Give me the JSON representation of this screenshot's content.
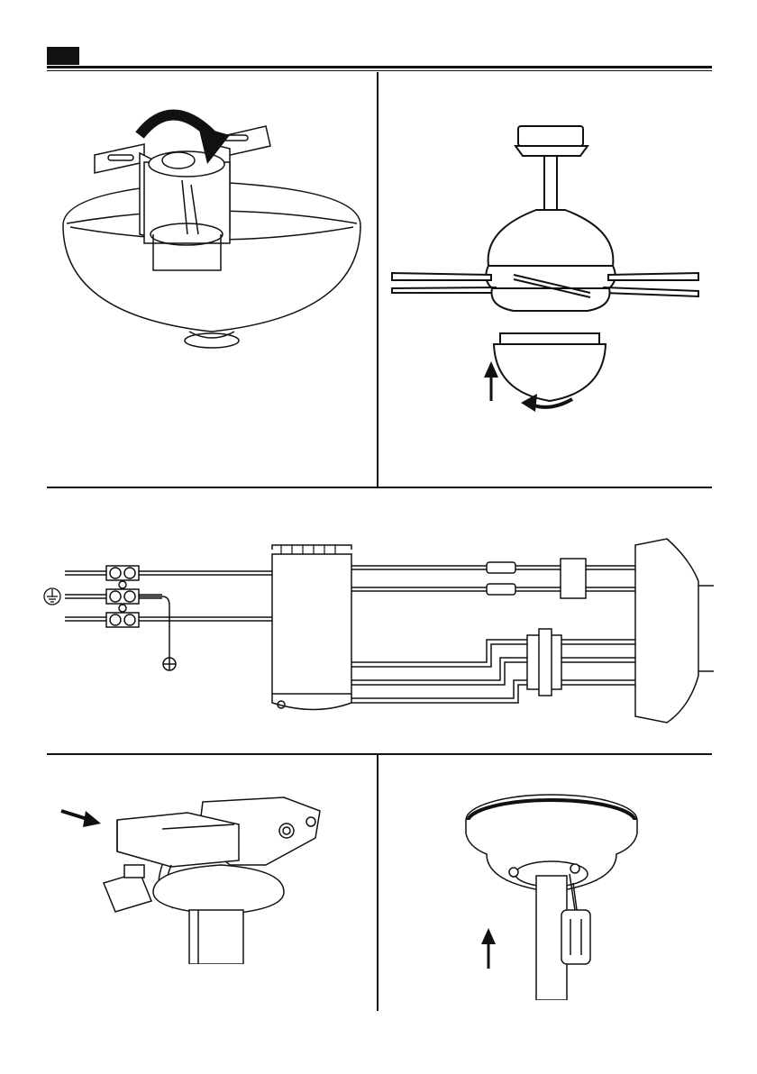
{
  "page": {
    "header": {
      "tab_color": "#111111"
    },
    "panels": [
      {
        "id": "canopy-bracket",
        "icon": "rotate-arrow-icon"
      },
      {
        "id": "fan-light-kit",
        "icon": "up-arrow-icon"
      },
      {
        "id": "wiring-diagram",
        "icon": "ground-symbol-icon"
      },
      {
        "id": "receiver-insert",
        "icon": "insert-arrow-icon"
      },
      {
        "id": "canopy-screw",
        "icon": "screwdriver-icon"
      }
    ],
    "colors": {
      "ink": "#111111",
      "paper": "#ffffff"
    }
  }
}
